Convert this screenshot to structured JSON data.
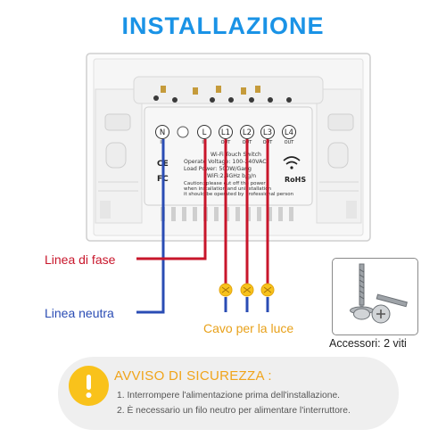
{
  "title": "INSTALLAZIONE",
  "device": {
    "terminals": [
      "N",
      "L",
      "L1",
      "L2",
      "L3",
      "L4"
    ],
    "terminal_sublabels": [
      "IN",
      "IN",
      "OUT",
      "OUT",
      "OUT",
      "OUT"
    ],
    "label_lines": [
      "Wi-Fi Touch Switch",
      "Operate Voltage: 100-240VAC",
      "Load Power: 500W/Gang",
      "WiFi:2.4GHz b/g/n",
      "Caution: please cut off the power",
      "when installation and uninstallation",
      "it should be operated by professional person"
    ],
    "marks": [
      "CE",
      "FC",
      "RoHS"
    ]
  },
  "labels": {
    "fase": "Linea di fase",
    "neutra": "Linea neutra",
    "cavo": "Cavo per la luce",
    "accessori": "Accessori: 2 viti"
  },
  "warning": {
    "title": "AVVISO DI SICUREZZA :",
    "lines": [
      "1. Interrompere l'alimentazione prima dell'installazione.",
      "2. È necessario un filo neutro per alimentare l'interruttore."
    ]
  },
  "colors": {
    "title": "#1a93e6",
    "fase": "#c8162b",
    "neutra": "#2a4cb4",
    "cavo": "#e8a11a",
    "warning_icon": "#f9c21b"
  },
  "icons": [
    "wifi-icon",
    "bulb-icon",
    "screw-icon",
    "exclamation-icon"
  ]
}
